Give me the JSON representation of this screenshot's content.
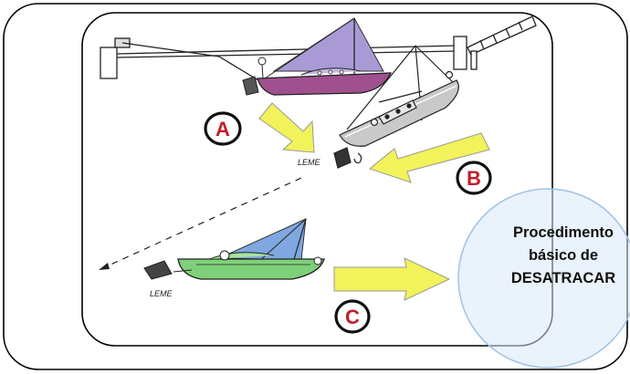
{
  "markers": {
    "a": "A",
    "b": "B",
    "c": "C"
  },
  "rudder_labels": {
    "upper": "LEME",
    "lower": "LEME"
  },
  "caption": {
    "line1": "Procedimento",
    "line2": "básico de",
    "line3": "DESATRACAR"
  },
  "colors": {
    "arrow_fill": "#f2f25a",
    "marker_ring": "#111111",
    "marker_text": "#c0202a",
    "boat_a_hull": "#a0508f",
    "boat_a_sail": "#a99ad6",
    "boat_c_hull": "#7fd07a",
    "boat_c_sail": "#7fa7e0",
    "circle_fill": "#d9e8f7",
    "circle_stroke": "#9fc3e6"
  }
}
